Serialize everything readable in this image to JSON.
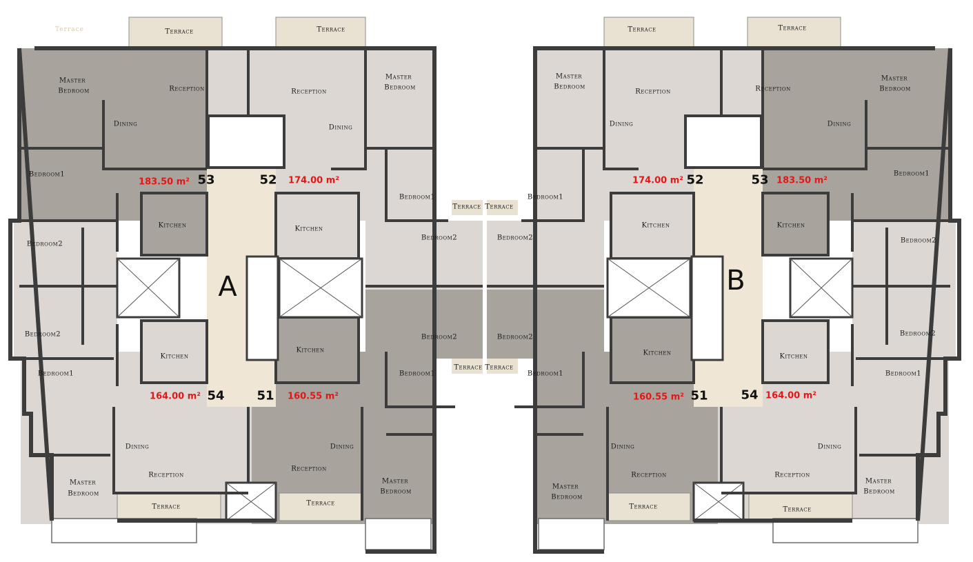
{
  "plan": {
    "watermark": "Terrace",
    "buildings": [
      {
        "id": "A"
      },
      {
        "id": "B"
      }
    ],
    "units": [
      {
        "number": "53",
        "area": "183.50 m²"
      },
      {
        "number": "52",
        "area": "174.00 m²"
      },
      {
        "number": "54",
        "area": "164.00 m²"
      },
      {
        "number": "51",
        "area": "160.55 m²"
      }
    ],
    "rooms": {
      "terrace": "Terrace",
      "reception": "Reception",
      "dining": "Dining",
      "kitchen": "Kitchen",
      "master_bedroom_1": "Master",
      "master_bedroom_2": "Bedroom",
      "bedroom1": "Bedroom1",
      "bedroom2": "Bedroom2"
    },
    "colors": {
      "dark_unit": "#a8a39d",
      "light_unit": "#dcd7d3",
      "corridor": "#efe6d6",
      "terrace": "#e9e2d2",
      "wall": "#3c3c3c",
      "area_text": "#e01818"
    }
  }
}
